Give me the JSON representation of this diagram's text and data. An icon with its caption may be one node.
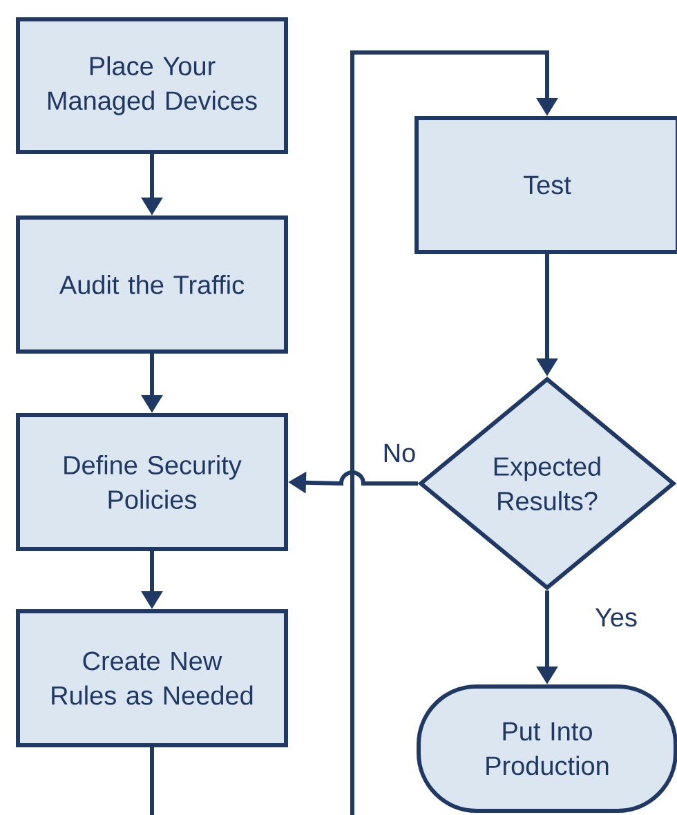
{
  "diagram": {
    "nodes": [
      {
        "text": [
          "Place Your Managed Devices"
        ]
      },
      {
        "text": [
          "Audit the Traffic"
        ]
      },
      {
        "text": [
          "Define Security Policies"
        ]
      },
      {
        "text": [
          "Create New Rules as Needed"
        ]
      },
      {
        "text": [
          "Test"
        ]
      },
      {
        "text": [
          "Expected Results?"
        ]
      },
      {
        "text": [
          "Put Into Production"
        ]
      }
    ],
    "edges": [
      {
        "from": 0,
        "to": 1,
        "arrow": "to"
      },
      {
        "from": 1,
        "to": 2,
        "arrow": "to"
      },
      {
        "from": 2,
        "to": 3,
        "arrow": "to"
      },
      {
        "from": 3,
        "to": null,
        "arrow": "none"
      },
      {
        "from": null,
        "to": 4,
        "arrow": "to"
      },
      {
        "from": 4,
        "to": 5,
        "arrow": "to"
      },
      {
        "from": 5,
        "to": 2,
        "arrow": "to",
        "label": "No"
      },
      {
        "from": 5,
        "to": 6,
        "arrow": "to",
        "label": "Yes"
      }
    ]
  }
}
